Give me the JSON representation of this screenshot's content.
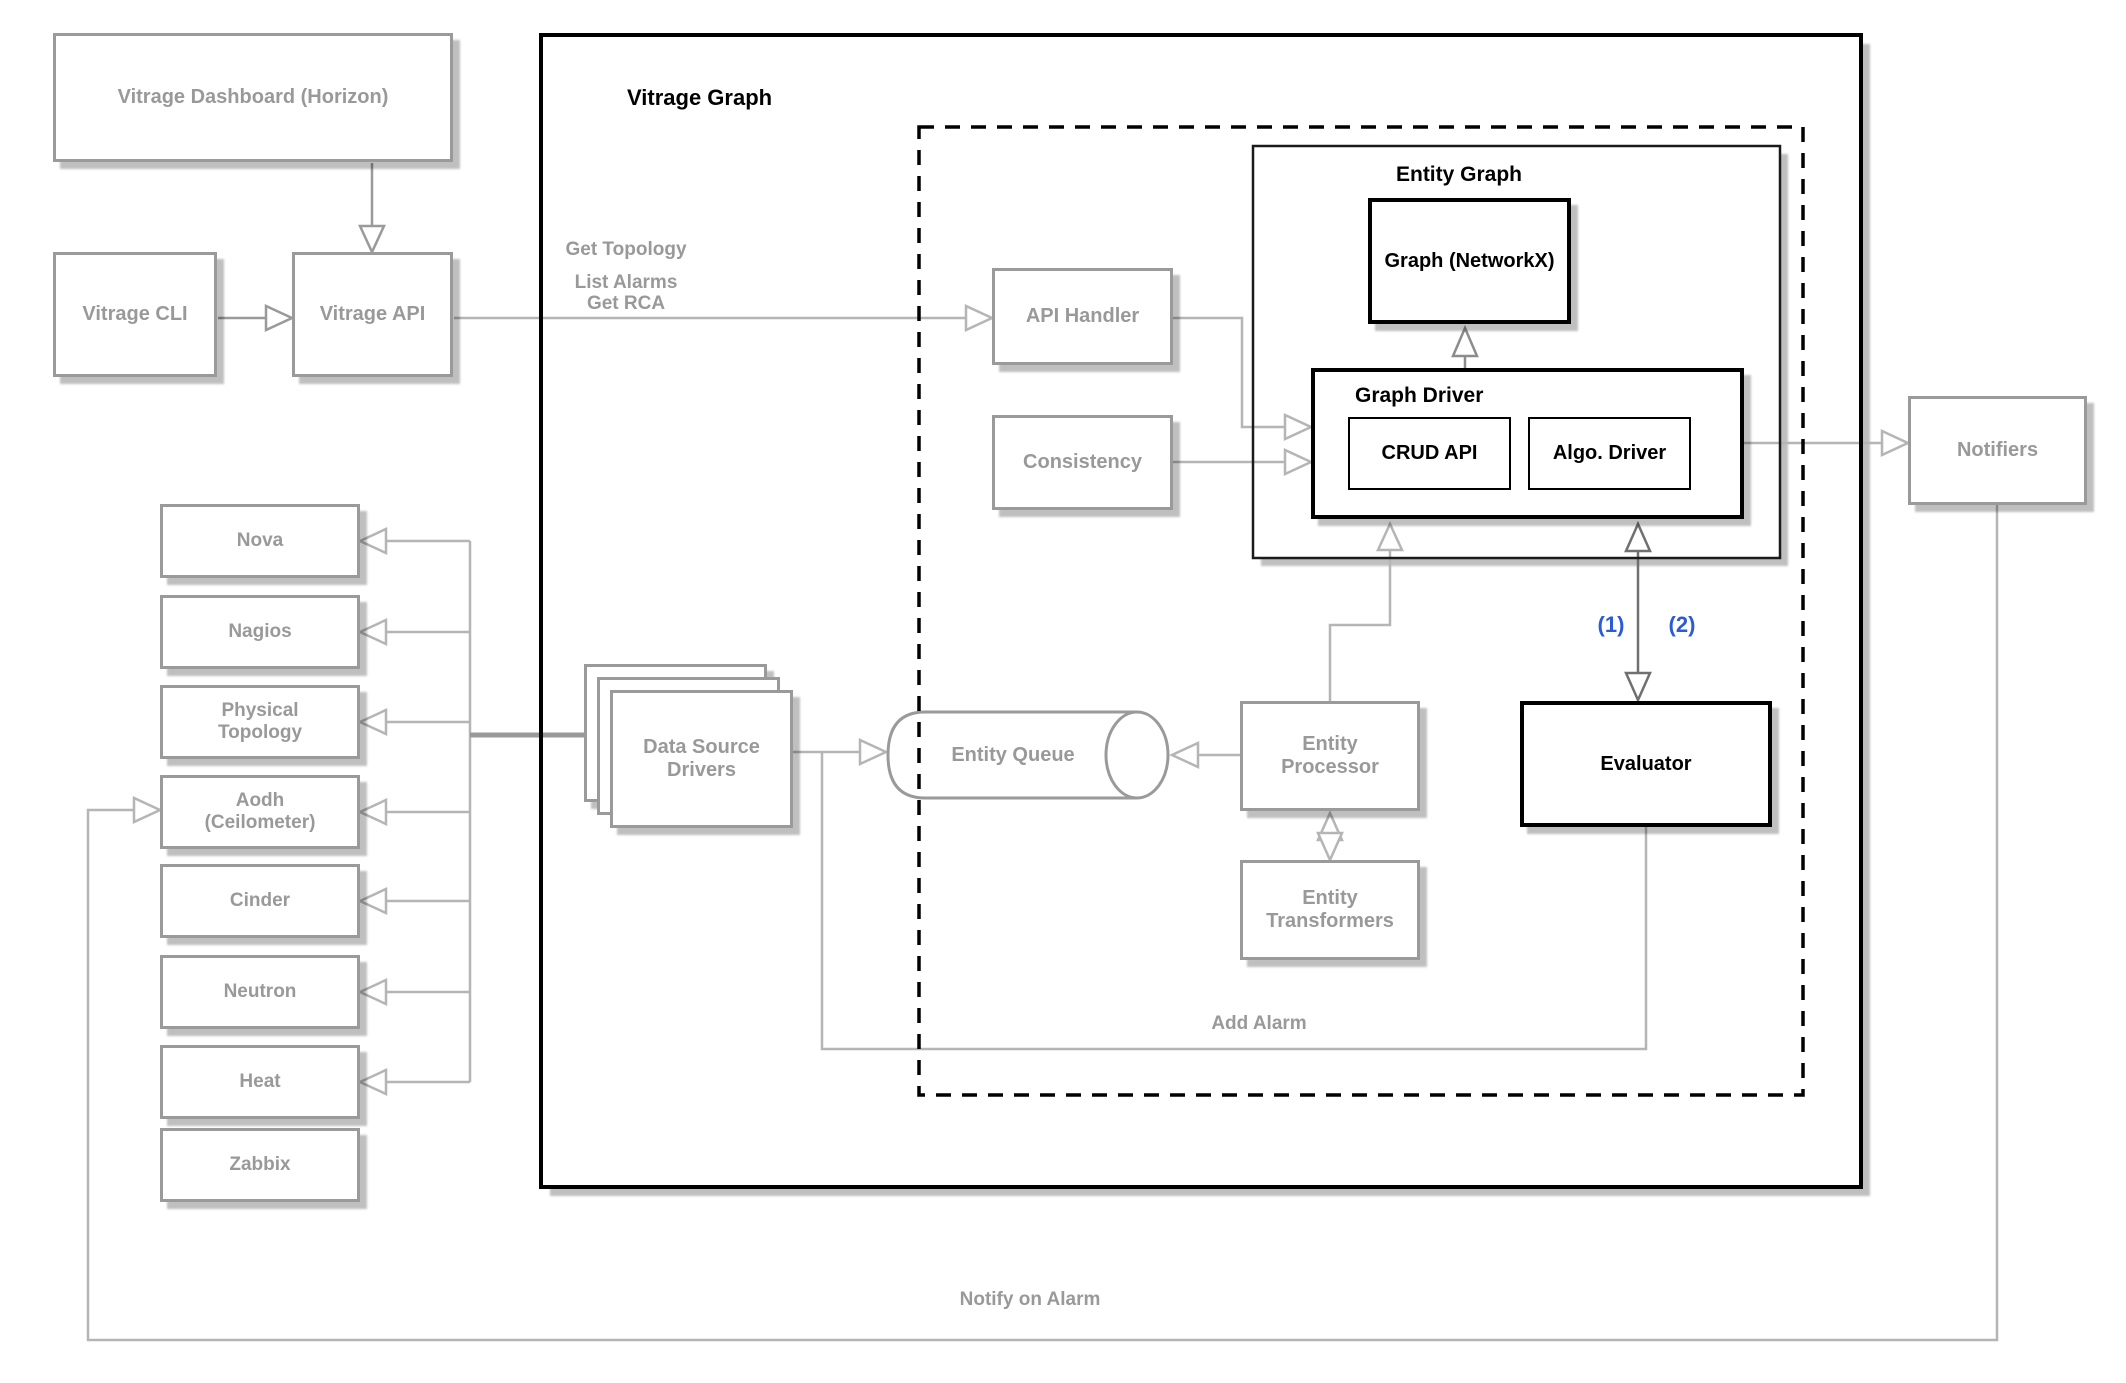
{
  "diagram": {
    "title": "Vitrage Graph",
    "containers": {
      "vitrage_graph": {
        "label": "Vitrage Graph"
      },
      "entity_graph": {
        "label": "Entity Graph"
      },
      "graph_driver": {
        "label": "Graph Driver"
      }
    },
    "nodes": {
      "vitrage_dashboard": {
        "label": "Vitrage Dashboard (Horizon)"
      },
      "vitrage_cli": {
        "label": "Vitrage CLI"
      },
      "vitrage_api": {
        "label": "Vitrage API"
      },
      "api_handler": {
        "label": "API Handler"
      },
      "consistency": {
        "label": "Consistency"
      },
      "graph_networkx": {
        "label": "Graph (NetworkX)"
      },
      "crud_api": {
        "label": "CRUD API"
      },
      "algo_driver": {
        "label": "Algo. Driver"
      },
      "evaluator": {
        "label": "Evaluator"
      },
      "notifiers": {
        "label": "Notifiers"
      },
      "data_source_drivers": {
        "label": "Data Source Drivers"
      },
      "entity_queue": {
        "label": "Entity Queue"
      },
      "entity_processor": {
        "label": "Entity Processor"
      },
      "entity_transformers": {
        "label": "Entity Transformers"
      }
    },
    "datasources": [
      {
        "label": "Nova"
      },
      {
        "label": "Nagios"
      },
      {
        "label": "Physical Topology"
      },
      {
        "label": "Aodh (Ceilometer)"
      },
      {
        "label": "Cinder"
      },
      {
        "label": "Neutron"
      },
      {
        "label": "Heat"
      },
      {
        "label": "Zabbix"
      }
    ],
    "edge_labels": {
      "get_topology": "Get Topology",
      "list_alarms": "List Alarms",
      "get_rca": "Get RCA",
      "add_alarm": "Add Alarm",
      "notify_on_alarm": "Notify on Alarm",
      "step1": "(1)",
      "step2": "(2)"
    },
    "colors": {
      "accent_blue": "#2a5bd8",
      "box_gray": "#9a9a9a",
      "line_gray": "#b5b5b5",
      "black": "#000000"
    }
  }
}
